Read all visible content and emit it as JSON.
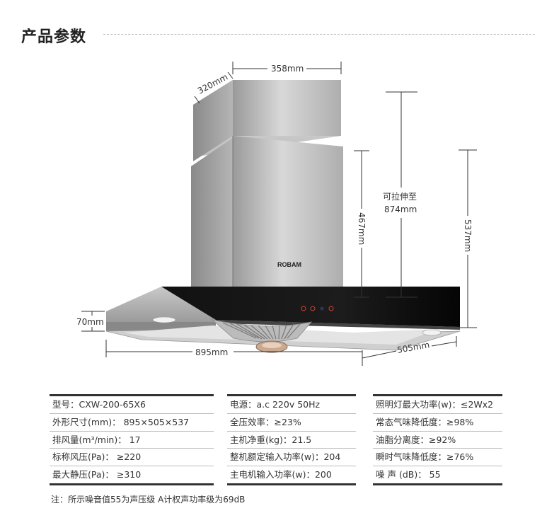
{
  "header": {
    "title": "产品参数"
  },
  "diagram": {
    "brand": "ROBAM",
    "dims": {
      "depth_top": "320mm",
      "width_top": "358mm",
      "chimney_h": "467mm",
      "extend_label_1": "可拉伸至",
      "extend_label_2": "874mm",
      "total_h": "537mm",
      "body_h": "70mm",
      "width": "895mm",
      "depth": "505mm"
    }
  },
  "specs": {
    "col1": [
      "型号：CXW-200-65X6",
      "外形尺寸(mm)： 895×505×537",
      "排风量(m³/min)： 17",
      "标称风压(Pa)： ≥220",
      "最大静压(Pa)： ≥310"
    ],
    "col2": [
      "电源：a.c 220v 50Hz",
      "全压效率：≥23%",
      "主机净重(kg)：21.5",
      "整机额定输入功率(w)：204",
      "主电机输入功率(w)：200"
    ],
    "col3": [
      "照明灯最大功率(w)：≤2Wx2",
      "常态气味降低度：≥98%",
      "油脂分离度：≥92%",
      "瞬时气味降低度：≥76%",
      "噪 声 (dB)： 55"
    ]
  },
  "note": "注：所示噪音值55为声压级 A计权声功率级为69dB"
}
